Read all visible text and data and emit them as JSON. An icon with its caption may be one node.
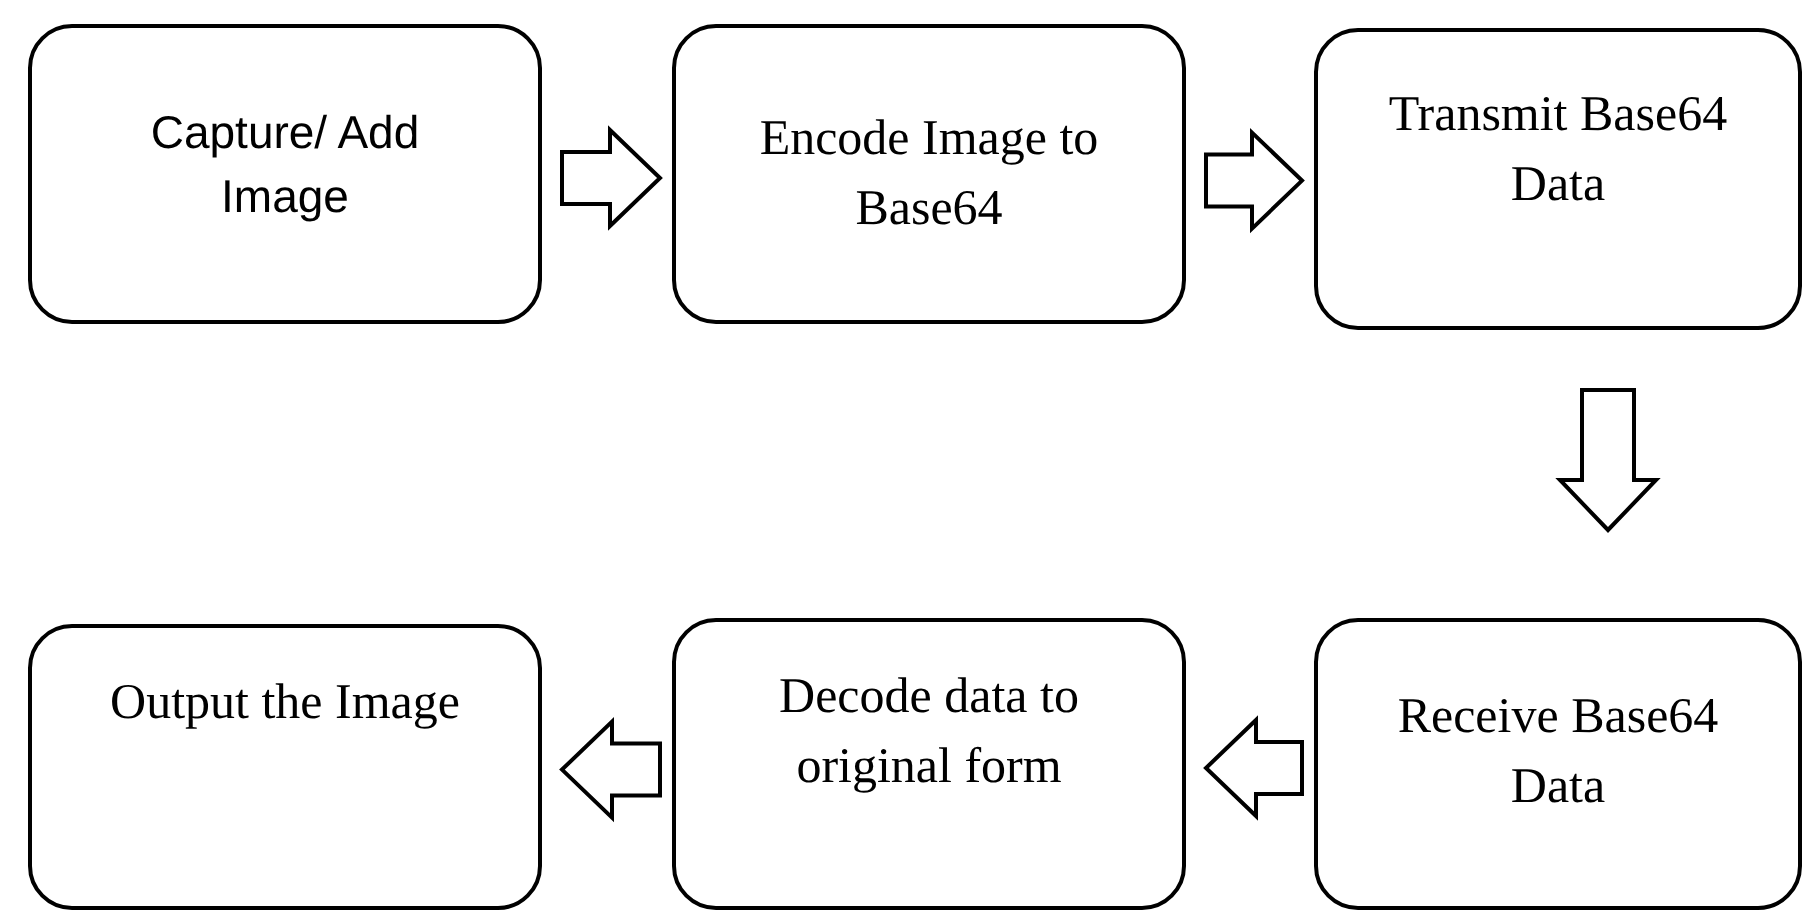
{
  "diagram": {
    "nodes": [
      {
        "text": [
          "Capture/ Add Image"
        ]
      },
      {
        "text": [
          "Encode Image to Base64"
        ]
      },
      {
        "text": [
          "Transmit Base64 Data"
        ]
      },
      {
        "text": [
          "Output the Image"
        ]
      },
      {
        "text": [
          "Decode data to original form"
        ]
      },
      {
        "text": [
          "Receive Base64 Data"
        ]
      }
    ],
    "edges": [
      {
        "from": 0,
        "to": 1,
        "arrow": "to"
      },
      {
        "from": 1,
        "to": 2,
        "arrow": "to"
      },
      {
        "from": 2,
        "to": 5,
        "arrow": "to"
      },
      {
        "from": 5,
        "to": 4,
        "arrow": "to"
      },
      {
        "from": 4,
        "to": 3,
        "arrow": "to"
      }
    ]
  }
}
